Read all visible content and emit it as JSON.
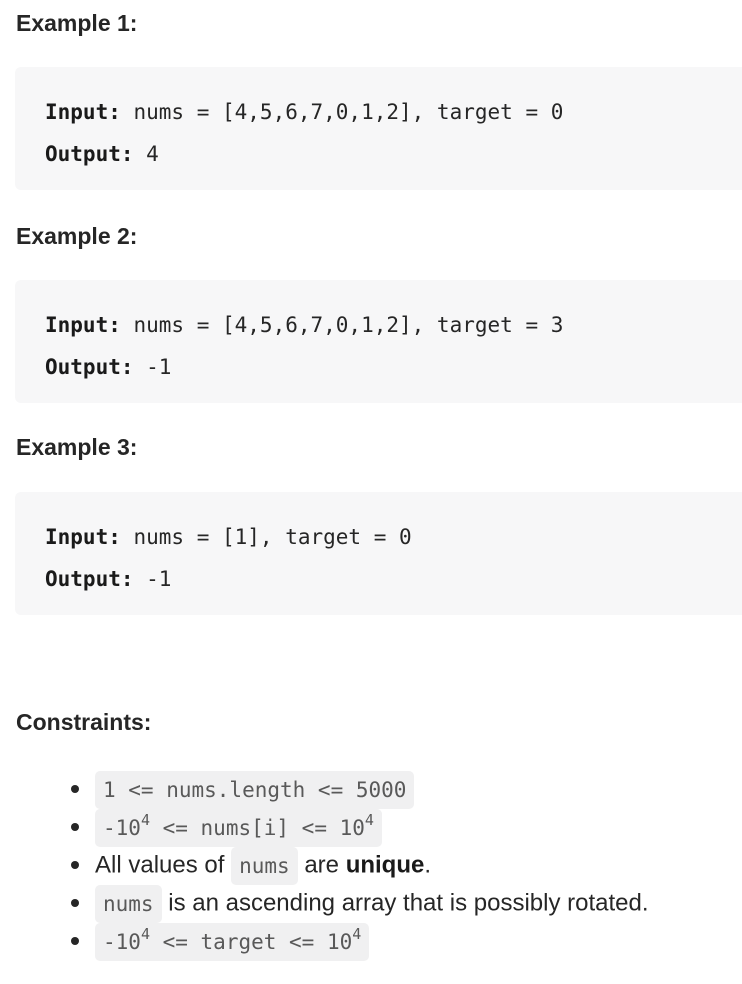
{
  "examples": [
    {
      "heading": "Example 1:",
      "input_label": "Input:",
      "input_value": " nums = [4,5,6,7,0,1,2], target = 0",
      "output_label": "Output:",
      "output_value": " 4"
    },
    {
      "heading": "Example 2:",
      "input_label": "Input:",
      "input_value": " nums = [4,5,6,7,0,1,2], target = 3",
      "output_label": "Output:",
      "output_value": " -1"
    },
    {
      "heading": "Example 3:",
      "input_label": "Input:",
      "input_value": " nums = [1], target = 0",
      "output_label": "Output:",
      "output_value": " -1"
    }
  ],
  "constraints": {
    "heading": "Constraints:",
    "items": [
      {
        "code": "1 <= nums.length <= 5000"
      },
      {
        "code_pre": "-10",
        "code_sup1": "4",
        "code_mid": " <= nums[i] <= 10",
        "code_sup2": "4"
      },
      {
        "text_pre": "All values of ",
        "code": "nums",
        "text_mid": " are ",
        "strong": "unique",
        "text_post": "."
      },
      {
        "code": "nums",
        "text_post": " is an ascending array that is possibly rotated."
      },
      {
        "code_pre": "-10",
        "code_sup1": "4",
        "code_mid": " <= target <= 10",
        "code_sup2": "4"
      }
    ]
  }
}
